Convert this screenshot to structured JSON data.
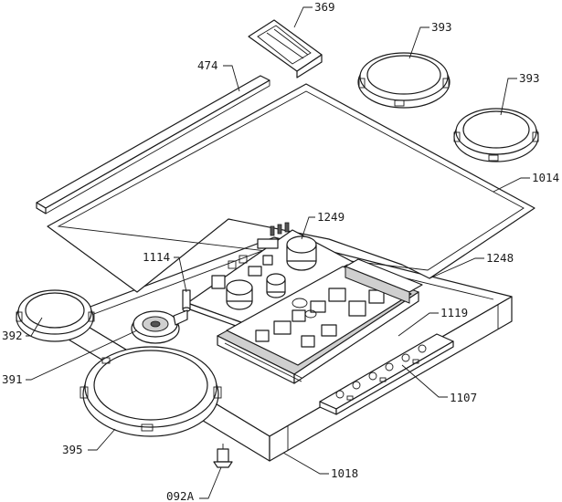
{
  "callouts": {
    "c369": "369",
    "c393a": "393",
    "c393b": "393",
    "c474": "474",
    "c1014": "1014",
    "c1249": "1249",
    "c1114": "1114",
    "c1248": "1248",
    "c1119": "1119",
    "c392": "392",
    "c391": "391",
    "c1107": "1107",
    "c395": "395",
    "c1018": "1018",
    "c092a": "092A"
  }
}
